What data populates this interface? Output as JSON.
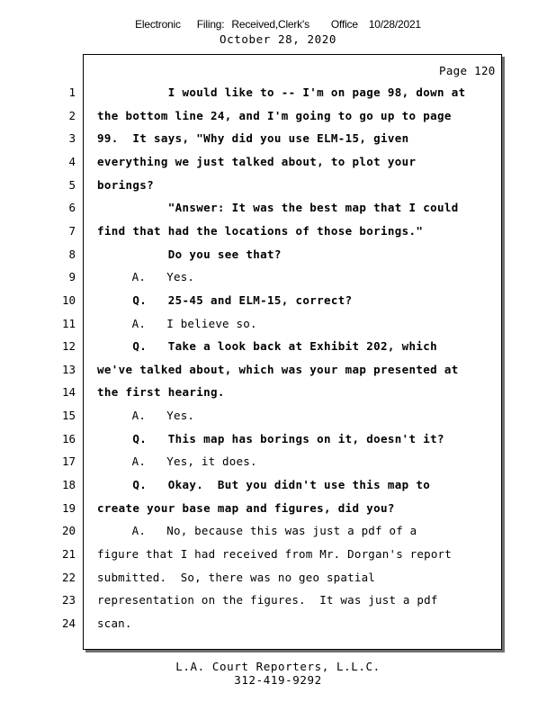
{
  "header": {
    "electronic": "Electronic",
    "filing": "Filing:",
    "received": "Received,Clerk's",
    "office": "Office",
    "filed_date": "10/28/2021",
    "transcript_date": "October 28, 2020"
  },
  "page": {
    "label": "Page 120"
  },
  "lines": [
    {
      "num": "1",
      "text": "          I would like to -- I'm on page 98, down at",
      "bold": true
    },
    {
      "num": "2",
      "text": "the bottom line 24, and I'm going to go up to page",
      "bold": true
    },
    {
      "num": "3",
      "text": "99.  It says, \"Why did you use ELM-15, given",
      "bold": true
    },
    {
      "num": "4",
      "text": "everything we just talked about, to plot your",
      "bold": true
    },
    {
      "num": "5",
      "text": "borings?",
      "bold": true
    },
    {
      "num": "6",
      "text": "          \"Answer: It was the best map that I could",
      "bold": true
    },
    {
      "num": "7",
      "text": "find that had the locations of those borings.\"",
      "bold": true
    },
    {
      "num": "8",
      "text": "          Do you see that?",
      "bold": true
    },
    {
      "num": "9",
      "text": "     A.   Yes.",
      "bold": false
    },
    {
      "num": "10",
      "text": "     Q.   25-45 and ELM-15, correct?",
      "bold": true
    },
    {
      "num": "11",
      "text": "     A.   I believe so.",
      "bold": false
    },
    {
      "num": "12",
      "text": "     Q.   Take a look back at Exhibit 202, which",
      "bold": true
    },
    {
      "num": "13",
      "text": "we've talked about, which was your map presented at",
      "bold": true
    },
    {
      "num": "14",
      "text": "the first hearing.",
      "bold": true
    },
    {
      "num": "15",
      "text": "     A.   Yes.",
      "bold": false
    },
    {
      "num": "16",
      "text": "     Q.   This map has borings on it, doesn't it?",
      "bold": true
    },
    {
      "num": "17",
      "text": "     A.   Yes, it does.",
      "bold": false
    },
    {
      "num": "18",
      "text": "     Q.   Okay.  But you didn't use this map to",
      "bold": true
    },
    {
      "num": "19",
      "text": "create your base map and figures, did you?",
      "bold": true
    },
    {
      "num": "20",
      "text": "     A.   No, because this was just a pdf of a",
      "bold": false
    },
    {
      "num": "21",
      "text": "figure that I had received from Mr. Dorgan's report",
      "bold": false
    },
    {
      "num": "22",
      "text": "submitted.  So, there was no geo spatial",
      "bold": false
    },
    {
      "num": "23",
      "text": "representation on the figures.  It was just a pdf",
      "bold": false
    },
    {
      "num": "24",
      "text": "scan.",
      "bold": false
    }
  ],
  "footer": {
    "company": "L.A. Court Reporters, L.L.C.",
    "phone": "312-419-9292"
  }
}
